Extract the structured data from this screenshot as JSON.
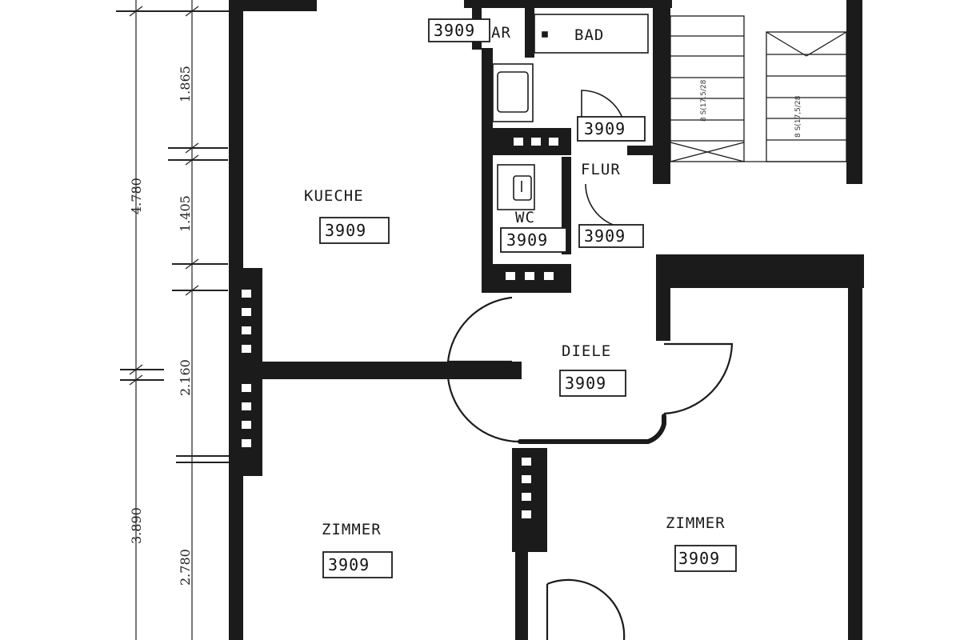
{
  "rooms": {
    "kueche": {
      "name": "KUECHE",
      "number": "3909"
    },
    "ar": {
      "name": "AR",
      "number": "3909"
    },
    "bad": {
      "name": "BAD",
      "number": "3909"
    },
    "flur": {
      "name": "FLUR",
      "number": "3909"
    },
    "wc": {
      "name": "WC",
      "number": "3909"
    },
    "diele": {
      "name": "DIELE",
      "number": "3909"
    },
    "zimmer_left": {
      "name": "ZIMMER",
      "number": "3909"
    },
    "zimmer_right": {
      "name": "ZIMMER",
      "number": "3909"
    }
  },
  "extra_number": "3909",
  "dimensions": {
    "outer": [
      "4.780",
      "3.890"
    ],
    "inner": [
      "1.865",
      "1.405",
      "2.160",
      "2.780"
    ]
  },
  "stair_marks": [
    "8 S(17.5/28",
    "8 S(17,5/28"
  ],
  "colors": {
    "ink": "#1b1b1b",
    "paper": "#ffffff"
  }
}
